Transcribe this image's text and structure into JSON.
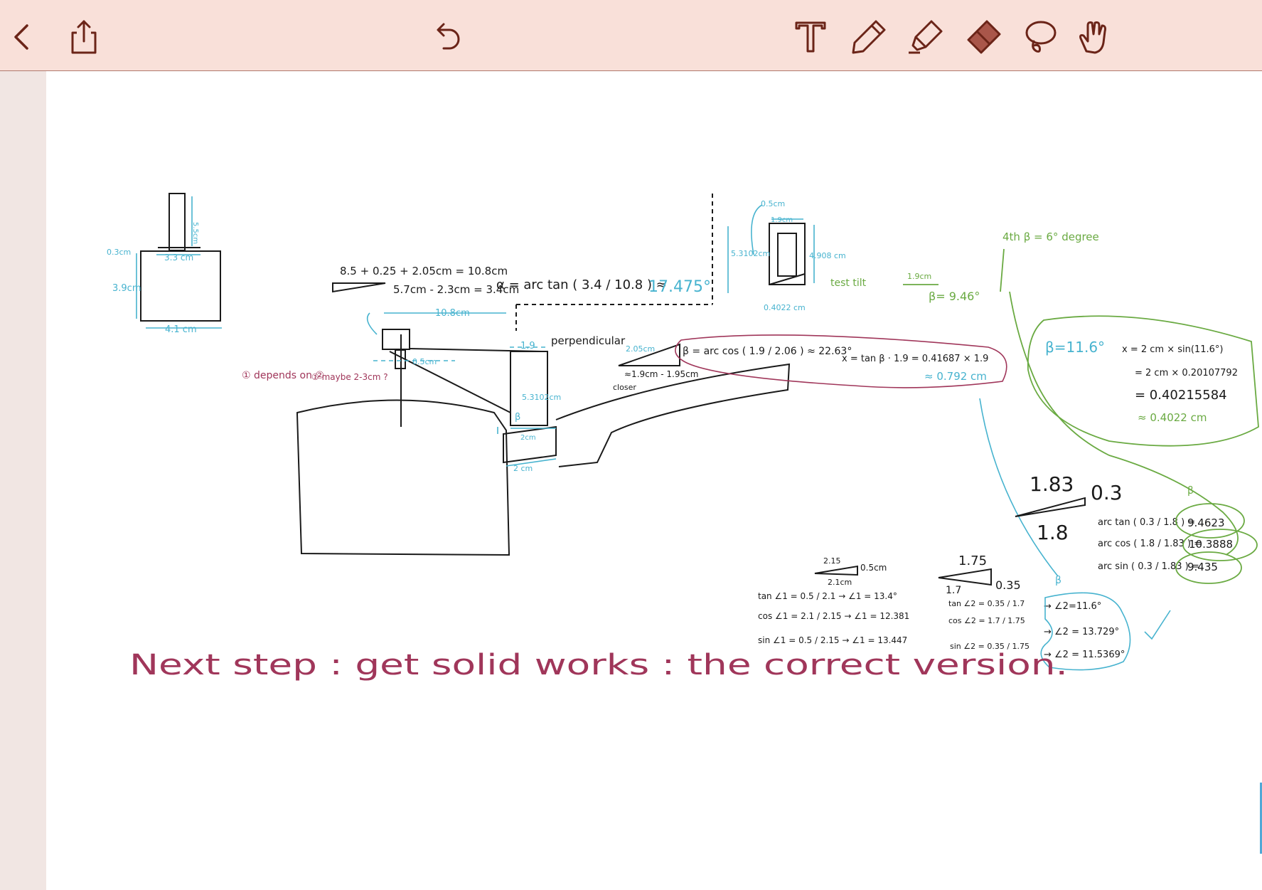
{
  "toolbar": {
    "back_icon": "chevron-left-icon",
    "share_icon": "share-icon",
    "undo_icon": "undo-icon",
    "tools": [
      "text-tool-icon",
      "pen-tool-icon",
      "highlighter-tool-icon",
      "eraser-tool-icon",
      "lasso-tool-icon",
      "hand-tool-icon"
    ],
    "active_tool": "eraser-tool-icon",
    "background_color": "#f9e0d9",
    "icon_color": "#6b2418"
  },
  "ink_colors": {
    "black": "#1a1a1a",
    "blue": "#47b3cf",
    "red": "#a0365a",
    "green": "#6aaa42"
  },
  "notes": {
    "left_box": {
      "top_w": "3.3 cm",
      "height": "3.9cm",
      "width": "4.1 cm",
      "small": "0.3cm",
      "stem": "5.5cm"
    },
    "formula_top": "8.5 + 0.25 + 2.05cm = 10.8cm",
    "formula_sub": "5.7cm - 2.3cm = 3.4cm",
    "alpha_eq": "α = arc tan ( 3.4 / 10.8 ) ≈",
    "alpha_val": "17.475°",
    "dim_108": "10.8cm",
    "dim_19": "1.9",
    "perpendicular": "perpendicular",
    "dim_05": "0.5cm",
    "dim_19cm": "1.9cm",
    "dim_53102": "5.3102cm",
    "dim_4908": "4.908 cm",
    "dim_04022": "0.4022 cm",
    "test_tilt": "test tilt",
    "beta_946": "β= 9.46°",
    "fourth_beta": "4th β = 6° degree",
    "depends": "① depends on ②",
    "maybe": "① maybe 2-3cm ?",
    "dim_205": "2.05cm",
    "dim_195": "≈1.9cm - 1.95cm",
    "closer": "closer",
    "dim_2cm_a": "2cm",
    "dim_2cm_b": "2 cm",
    "beta_arccos": "β = arc cos ( 1.9 / 2.06 ) ≈ 22.63°",
    "x_tan": "x = tan β · 1.9 = 0.41687 × 1.9",
    "x_val": "≈ 0.792 cm",
    "green_beta": "β=11.6°",
    "green_x1": "x = 2 cm × sin(11.6°)",
    "green_x2": "= 2 cm × 0.20107792",
    "green_x3": "= 0.40215584",
    "green_x4": "≈ 0.4022 cm",
    "tri_hyp": "1.83",
    "tri_opp": "0.3",
    "tri_adj": "1.8",
    "arc_tan": "arc tan ( 0.3 / 1.8 ) =",
    "arc_tan_v": "9.4623",
    "arc_cos": "arc cos ( 1.8 / 1.83 ) =",
    "arc_cos_v": "10.3888",
    "arc_sin": "arc sin ( 0.3 / 1.83 ) =",
    "arc_sin_v": "9.435",
    "t1_hyp": "2.15",
    "t1_opp": "0.5cm",
    "t1_adj": "2.1cm",
    "tan1": "tan ∠1 = 0.5 / 2.1 → ∠1 = 13.4°",
    "cos1": "cos ∠1 = 2.1 / 2.15 → ∠1 = 12.381",
    "sin1": "sin ∠1 = 0.5 / 2.15 → ∠1 = 13.447",
    "t2_hyp": "1.75",
    "t2_opp": "0.35",
    "t2_adj": "1.7",
    "tan2": "tan ∠2 = 0.35 / 1.7",
    "cos2": "cos ∠2 = 1.7 / 1.75",
    "sin2": "sin ∠2 = 0.35 / 1.75",
    "ang2a": "→ ∠2=11.6°",
    "ang2b": "→ ∠2 = 13.729°",
    "ang2c": "→ ∠2 = 11.5369°",
    "beta_label": "β",
    "next_step": "Next step : get solid works : the correct version."
  }
}
